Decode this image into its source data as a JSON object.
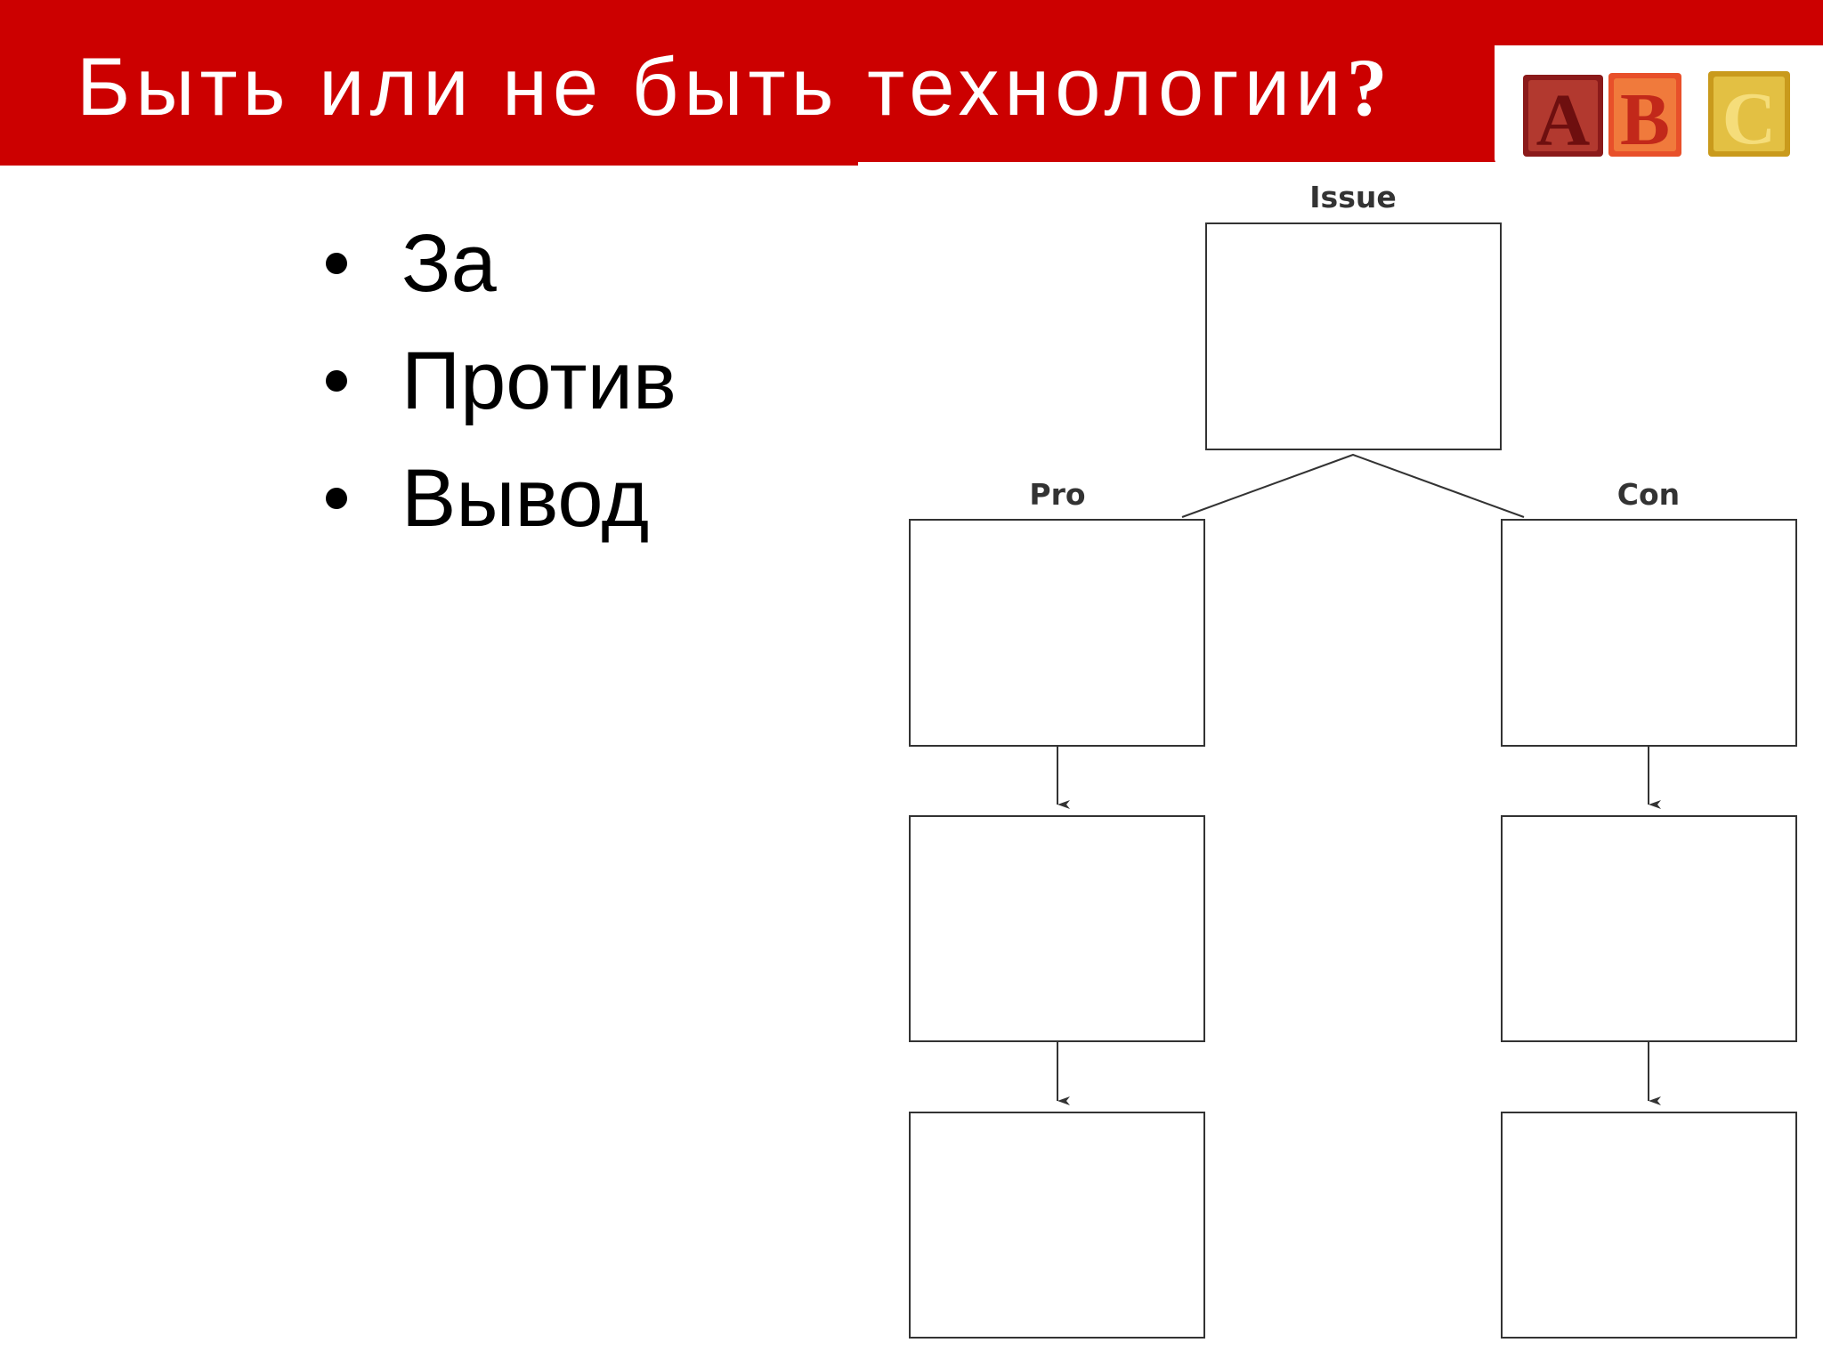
{
  "title": {
    "text": "Быть или не быть технологии",
    "mark": "?"
  },
  "logo": {
    "letters": [
      "A",
      "B",
      "C"
    ],
    "colors": [
      "#8b1a1a",
      "#e8502a",
      "#c99a1c"
    ]
  },
  "bullets": [
    {
      "label": "За"
    },
    {
      "label": "Против"
    },
    {
      "label": "Вывод"
    }
  ],
  "diagram": {
    "issue_label": "Issue",
    "pro_label": "Pro",
    "con_label": "Con"
  },
  "colors": {
    "title_bar": "#cc0000",
    "title_text": "#ffffff",
    "body_text": "#000000",
    "diagram_stroke": "#333333"
  }
}
